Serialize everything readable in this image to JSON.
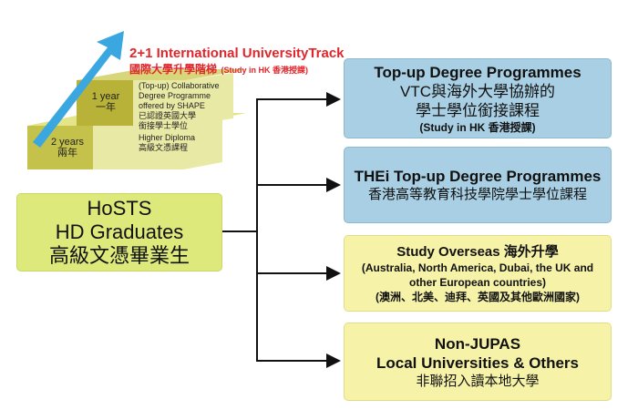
{
  "colors": {
    "blue_box": "#a8cfe3",
    "yellow_box": "#f6f2a8",
    "source_box": "#dde97a",
    "title_red": "#e0262b",
    "arrow_blue": "#3aa7e0",
    "step_olive": "#c5c24b",
    "step_light": "#e4e489"
  },
  "ladder": {
    "title_line1": "2+1 International UniversityTrack",
    "title_line2": "國際大學升學階梯",
    "title_note": "(Study in HK 香港授課)",
    "step_top": {
      "label_en": "1 year",
      "label_zh": "一年",
      "desc": [
        "(Top-up) Collaborative",
        "Degree Programme",
        "offered by SHAPE",
        "已認證英國大學",
        "銜接學士學位"
      ]
    },
    "step_bottom": {
      "label_en": "2 years",
      "label_zh": "兩年",
      "desc": [
        "Higher Diploma",
        "高級文憑課程"
      ]
    }
  },
  "source": {
    "line1": "HoSTS",
    "line2": "HD Graduates",
    "line3": "高級文憑畢業生"
  },
  "targets": [
    {
      "line1": "Top-up Degree Programmes",
      "line2": "VTC與海外大學協辦的",
      "line3": "學士學位銜接課程",
      "line4": "(Study in HK 香港授課)"
    },
    {
      "line1": "THEi Top-up Degree Programmes",
      "line2": "香港高等教育科技學院學士學位課程"
    },
    {
      "line1": "Study Overseas 海外升學",
      "line2": "(Australia, North America, Dubai, the UK and",
      "line3": "other European countries)",
      "line4": "(澳洲、北美、迪拜、英國及其他歐洲國家)"
    },
    {
      "line1": "Non-JUPAS",
      "line2": "Local Universities & Others",
      "line3": "非聯招入讀本地大學"
    }
  ]
}
